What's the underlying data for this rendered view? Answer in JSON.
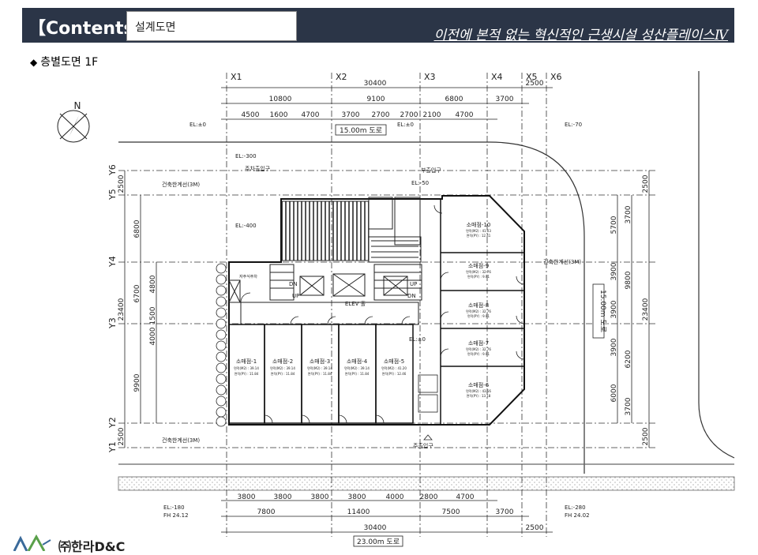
{
  "header": {
    "contents_label": "【Contents】",
    "section_title": "설계도면",
    "slogan": "이전에 본적 없는 혁신적인 근생시설  성산플레이스Ⅳ"
  },
  "page": {
    "subtitle_bullet": "◆",
    "subtitle": "층별도면  1F"
  },
  "company": {
    "name": "㈜한라D&C"
  },
  "colors": {
    "header_bg": "#2b3547",
    "line": "#222222",
    "hatch": "#555555"
  },
  "plan": {
    "north": "N",
    "x_axes": [
      "X1",
      "X2",
      "X3",
      "X4",
      "X5",
      "X6"
    ],
    "y_axes": [
      "Y6",
      "Y5",
      "Y4",
      "Y3",
      "Y2",
      "Y1"
    ],
    "top_total": "30400",
    "top_total_right": "2500",
    "top_mid": [
      "10800",
      "9100",
      "6800",
      "3700"
    ],
    "top_small": [
      "4500",
      "1600",
      "4700",
      "3700",
      "2700",
      "2700",
      "2100",
      "4700"
    ],
    "road_top": "15.00m 도로",
    "road_right": "15.00m 도로",
    "road_bottom": "23.00m 도로",
    "left_dims": [
      "2500",
      "6800",
      "6700",
      "4800",
      "23400",
      "1500",
      "4000",
      "9900",
      "2500"
    ],
    "right_dims": [
      "2500",
      "3700",
      "5700",
      "3900",
      "9800",
      "3900",
      "23400",
      "3900",
      "6200",
      "6000",
      "3700",
      "2500"
    ],
    "bottom_small": [
      "3800",
      "3800",
      "3800",
      "3800",
      "4000",
      "2800",
      "4700"
    ],
    "bottom_mid": [
      "7800",
      "11400",
      "7500",
      "3700"
    ],
    "bottom_total": "30400",
    "bottom_total_right": "2500",
    "el_labels": [
      "EL:±0",
      "EL:±0",
      "EL:-70",
      "EL:-300",
      "EL:-50",
      "EL:-400",
      "EL:±0"
    ],
    "el_bottom_left": "EL:-180",
    "fh_bottom_left": "FH 24.12",
    "el_bottom_right": "EL:-280",
    "fh_bottom_right": "FH 24.02",
    "build_line_top": "건축한계선(3M)",
    "build_line_bottom": "건축한계선(3M)",
    "build_line_right": "건축한계선(3M)",
    "parking_entrance": "주차출입구",
    "sub_entrance": "부출입구",
    "main_entrance": "주출입구",
    "elev_hall": "ELEV 홀",
    "stair_note": "자주식주차",
    "dn": "DN",
    "up": "UP",
    "shops": [
      {
        "name": "소매점-1",
        "area1": "면적(M2) : 39.14",
        "area2": "면적(PY) : 11.84"
      },
      {
        "name": "소매점-2",
        "area1": "면적(M2) : 39.14",
        "area2": "면적(PY) : 11.84"
      },
      {
        "name": "소매점-3",
        "area1": "면적(M2) : 39.14",
        "area2": "면적(PY) : 11.84"
      },
      {
        "name": "소매점-4",
        "area1": "면적(M2) : 39.14",
        "area2": "면적(PY) : 11.84"
      },
      {
        "name": "소매점-5",
        "area1": "면적(M2) : 41.20",
        "area2": "면적(PY) : 12.46"
      },
      {
        "name": "소매점-6",
        "area1": "면적(M2) : 43.56",
        "area2": "면적(PY) : 13.18"
      },
      {
        "name": "소매점-7",
        "area1": "면적(M2) : 32.76",
        "area2": "면적(PY) : 9.91"
      },
      {
        "name": "소매점-8",
        "area1": "면적(M2) : 32.76",
        "area2": "면적(PY) : 9.91"
      },
      {
        "name": "소매점-9",
        "area1": "면적(M2) : 32.76",
        "area2": "면적(PY) : 9.91"
      },
      {
        "name": "소매점-10",
        "area1": "면적(M2) : 41.03",
        "area2": "면적(PY) : 12.41"
      }
    ]
  }
}
